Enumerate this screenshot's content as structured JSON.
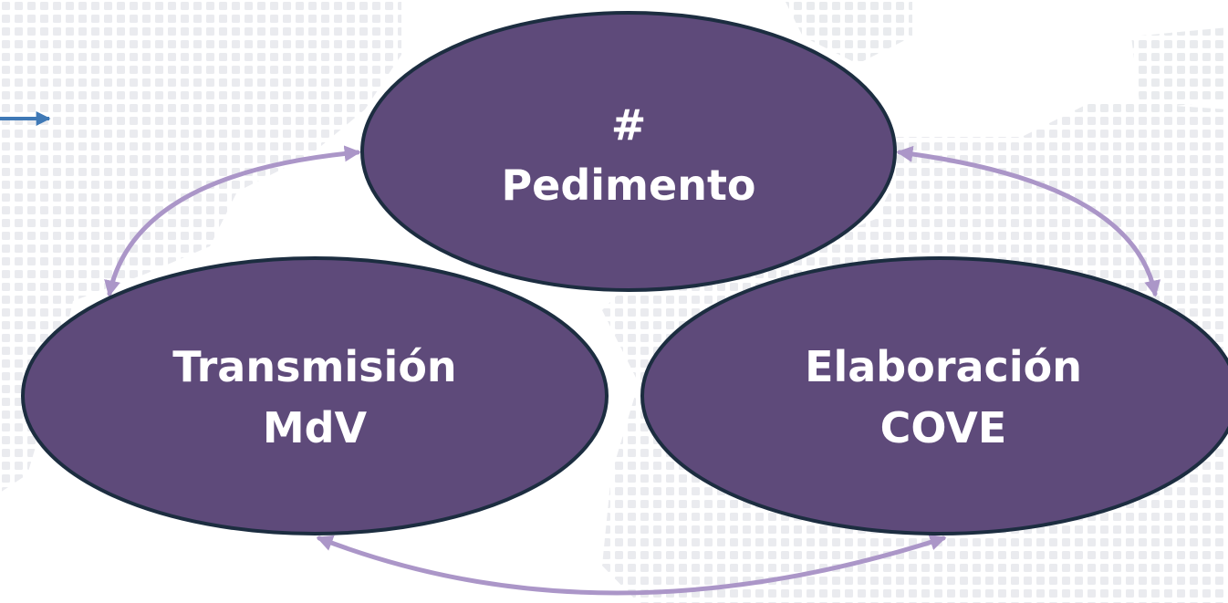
{
  "colors": {
    "node_fill": "#5e4a7a",
    "node_stroke": "#1c2d40",
    "connector": "#ab96c8",
    "pointer_arrow": "#3f79b6",
    "text": "#ffffff",
    "map_dots": "#e6e8ec"
  },
  "nodes": {
    "pedimento": {
      "line1": "#",
      "line2": "Pedimento"
    },
    "transmision": {
      "line1": "Transmisión",
      "line2": "MdV"
    },
    "elaboracion": {
      "line1": "Elaboración",
      "line2": "COVE"
    }
  },
  "connections": [
    {
      "from": "pedimento",
      "to": "transmision",
      "bidirectional": true
    },
    {
      "from": "pedimento",
      "to": "elaboracion",
      "bidirectional": true
    },
    {
      "from": "transmision",
      "to": "elaboracion",
      "bidirectional": true
    }
  ]
}
